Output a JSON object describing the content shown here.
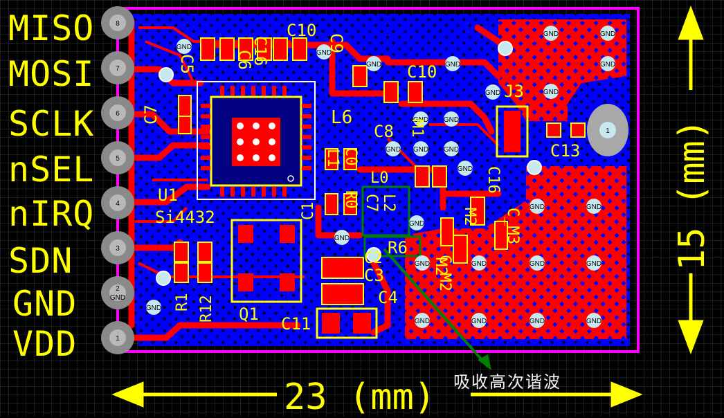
{
  "pins": [
    {
      "number": "8",
      "label": "MISO"
    },
    {
      "number": "7",
      "label": "MOSI"
    },
    {
      "number": "6",
      "label": "SCLK"
    },
    {
      "number": "5",
      "label": "nSEL"
    },
    {
      "number": "4",
      "label": "nIRQ"
    },
    {
      "number": "3",
      "label": "SDN"
    },
    {
      "number": "2",
      "label": "GND"
    },
    {
      "number": "1",
      "label": "VDD"
    }
  ],
  "pin2_pad_text": "GND",
  "dimensions": {
    "width": "23 (mm)",
    "height": "15 (mm)"
  },
  "annotation": "吸收高次谐波",
  "chip": {
    "ref": "U1",
    "part": "Si4432"
  },
  "ant_pad_number": "1",
  "gnd_label": "GND",
  "designators": [
    "C10",
    "C9",
    "C6",
    "C16",
    "C5",
    "C7",
    "C10",
    "J3",
    "L6",
    "C8",
    "M1",
    "M2",
    "C0",
    "L1",
    "R0",
    "C13",
    "C16",
    "L0",
    "C7",
    "L2",
    "M2",
    "C_M3",
    "C_M2",
    "R6",
    "C2",
    "C3",
    "C4",
    "C11",
    "Q1",
    "R1",
    "R12",
    "C1"
  ],
  "colors": {
    "top_copper": "#ff0000",
    "bottom_copper": "#0000ff",
    "silkscreen": "#ffff00",
    "board_outline": "#ff00ff",
    "grid": "#3a3a3a",
    "highlight": "#008000"
  }
}
